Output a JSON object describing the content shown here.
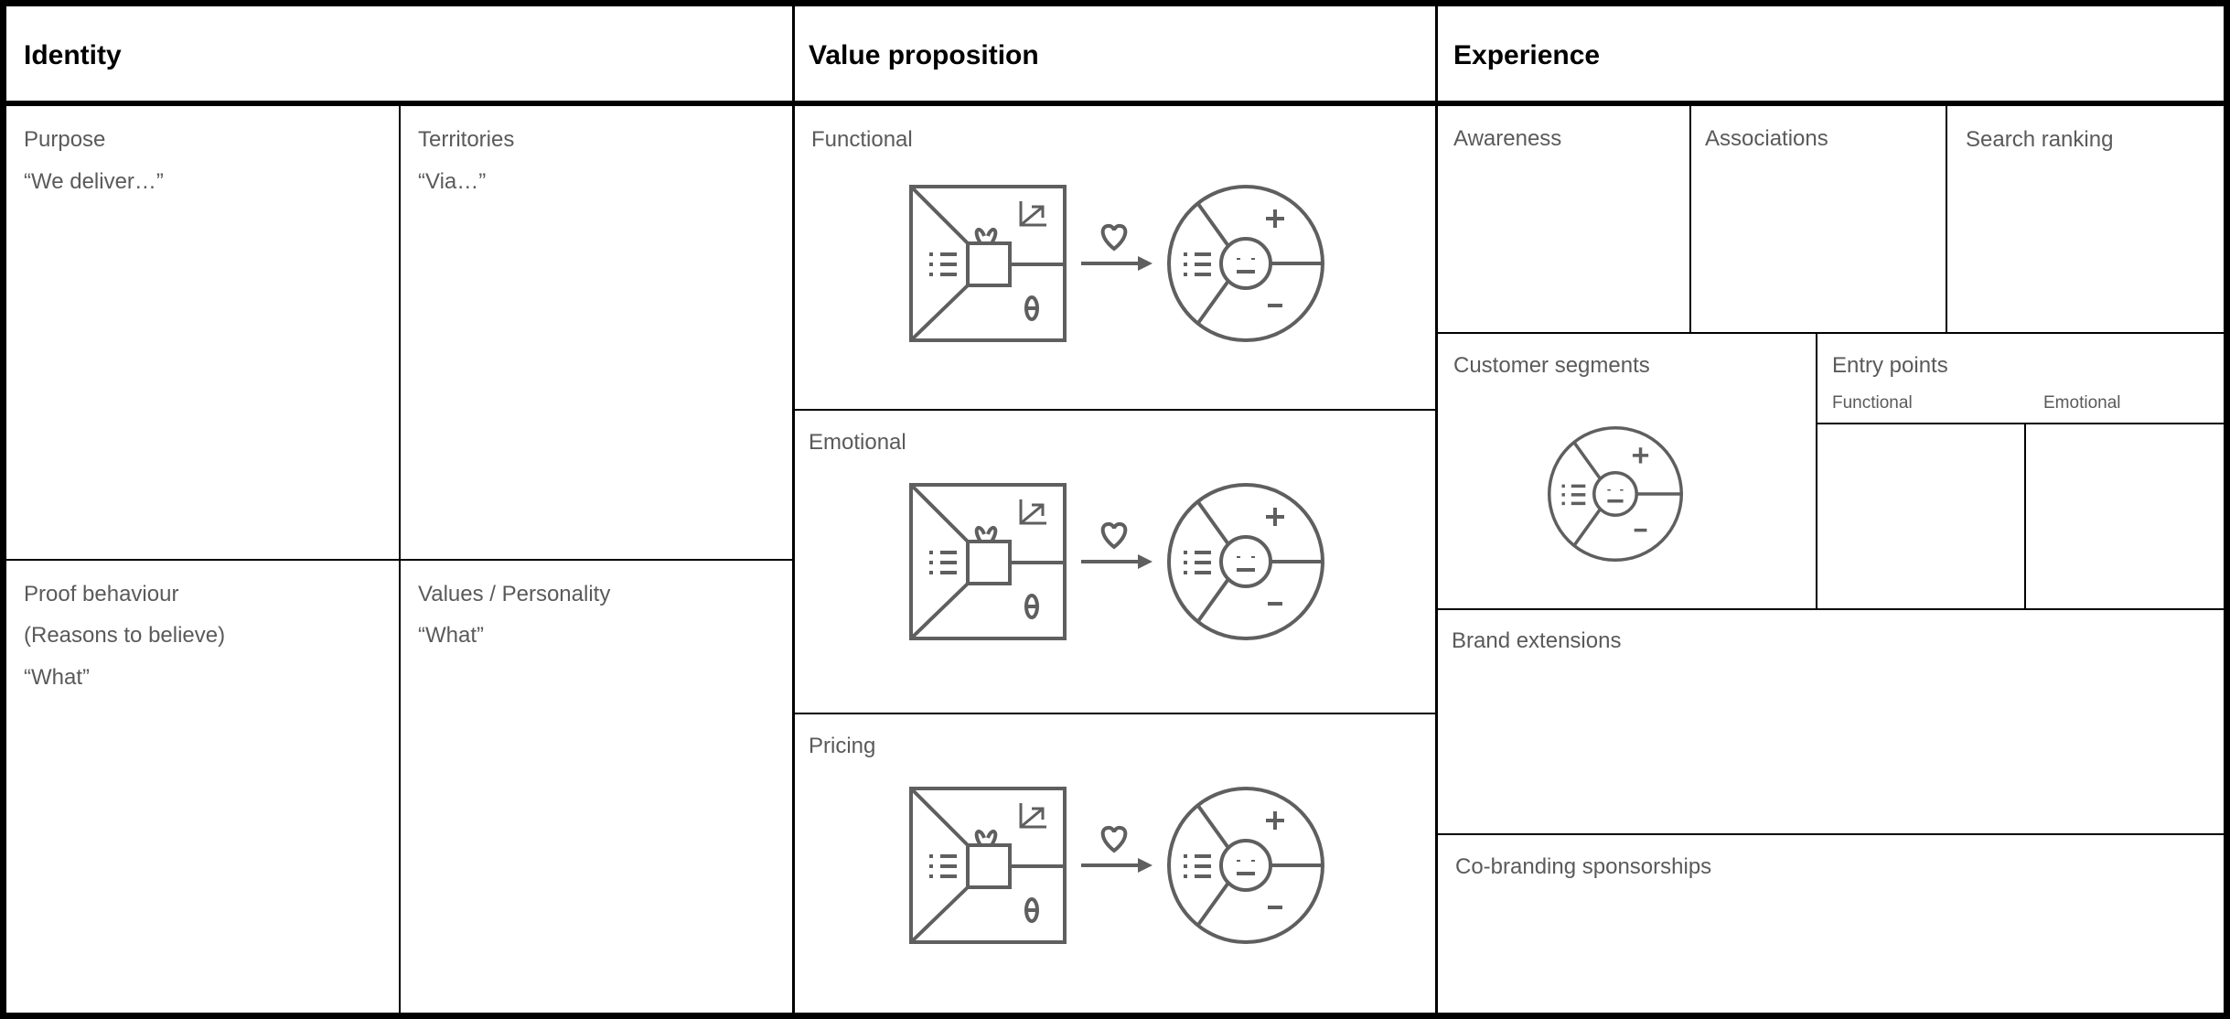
{
  "identity": {
    "title": "Identity",
    "purpose": {
      "label": "Purpose",
      "text": "“We deliver…”"
    },
    "territories": {
      "label": "Territories",
      "text": "“Via…”"
    },
    "proof": {
      "label": "Proof behaviour",
      "line2": "(Reasons to believe)",
      "text": "“What”"
    },
    "values": {
      "label": "Values / Personality",
      "text": "“What”"
    }
  },
  "value_proposition": {
    "title": "Value proposition",
    "sections": [
      {
        "label": "Functional"
      },
      {
        "label": "Emotional"
      },
      {
        "label": "Pricing"
      }
    ],
    "icons": [
      "value-map-icon",
      "heart-icon",
      "arrow-right-icon",
      "customer-profile-icon"
    ]
  },
  "experience": {
    "title": "Experience",
    "awareness": "Awareness",
    "associations": "Associations",
    "search_ranking": "Search ranking",
    "customer_segments": "Customer segments",
    "entry_points": {
      "label": "Entry points",
      "functional": "Functional",
      "emotional": "Emotional"
    },
    "brand_extensions": "Brand extensions",
    "co_branding": "Co-branding sponsorships"
  },
  "colors": {
    "line": "#000000",
    "text": "#5a5a5a",
    "icon": "#5f5f5f"
  }
}
